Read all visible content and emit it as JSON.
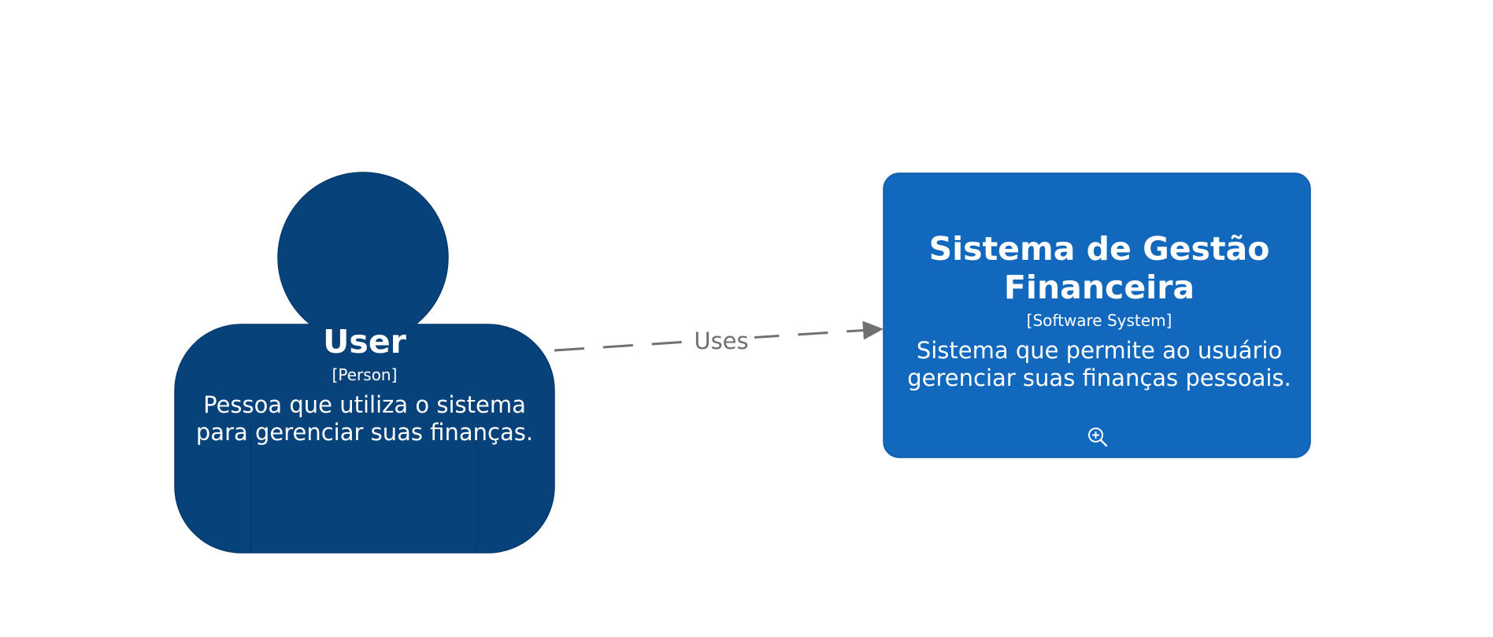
{
  "person": {
    "name": "User",
    "type": "[Person]",
    "description": "Pessoa que utiliza o sistema para gerenciar suas finanças."
  },
  "software_system": {
    "name": "Sistema de Gestão Financeira",
    "type": "[Software System]",
    "description": "Sistema que permite ao usuário gerenciar suas finanças pessoais."
  },
  "relationship": {
    "label": "Uses"
  },
  "icons": {
    "zoom": "zoom-in-icon"
  },
  "colors": {
    "person_fill": "#08427b",
    "system_fill": "#1168bd",
    "relationship_line": "#707070",
    "text": "#ffffff",
    "background": "#ffffff"
  }
}
